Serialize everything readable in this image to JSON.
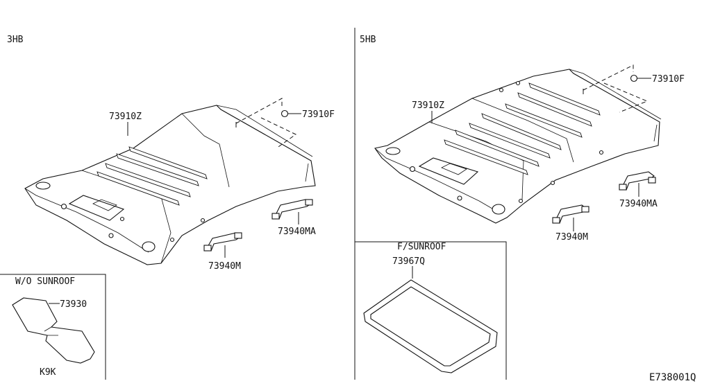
{
  "diagram": {
    "left_section_label": "3HB",
    "right_section_label": "5HB",
    "left_parts": {
      "headlining": "73910Z",
      "clip": "73910F",
      "assist_grip_m": "73940M",
      "assist_grip_ma": "73940MA"
    },
    "right_parts": {
      "headlining": "73910Z",
      "clip": "73910F",
      "assist_grip_m": "73940M",
      "assist_grip_ma": "73940MA"
    },
    "wo_sunroof_box": {
      "title": "W/O SUNROOF",
      "part": "73930",
      "code": "K9K"
    },
    "sunroof_box": {
      "title": "F/SUNROOF",
      "part": "73967Q"
    },
    "figure_id": "E738001Q"
  }
}
